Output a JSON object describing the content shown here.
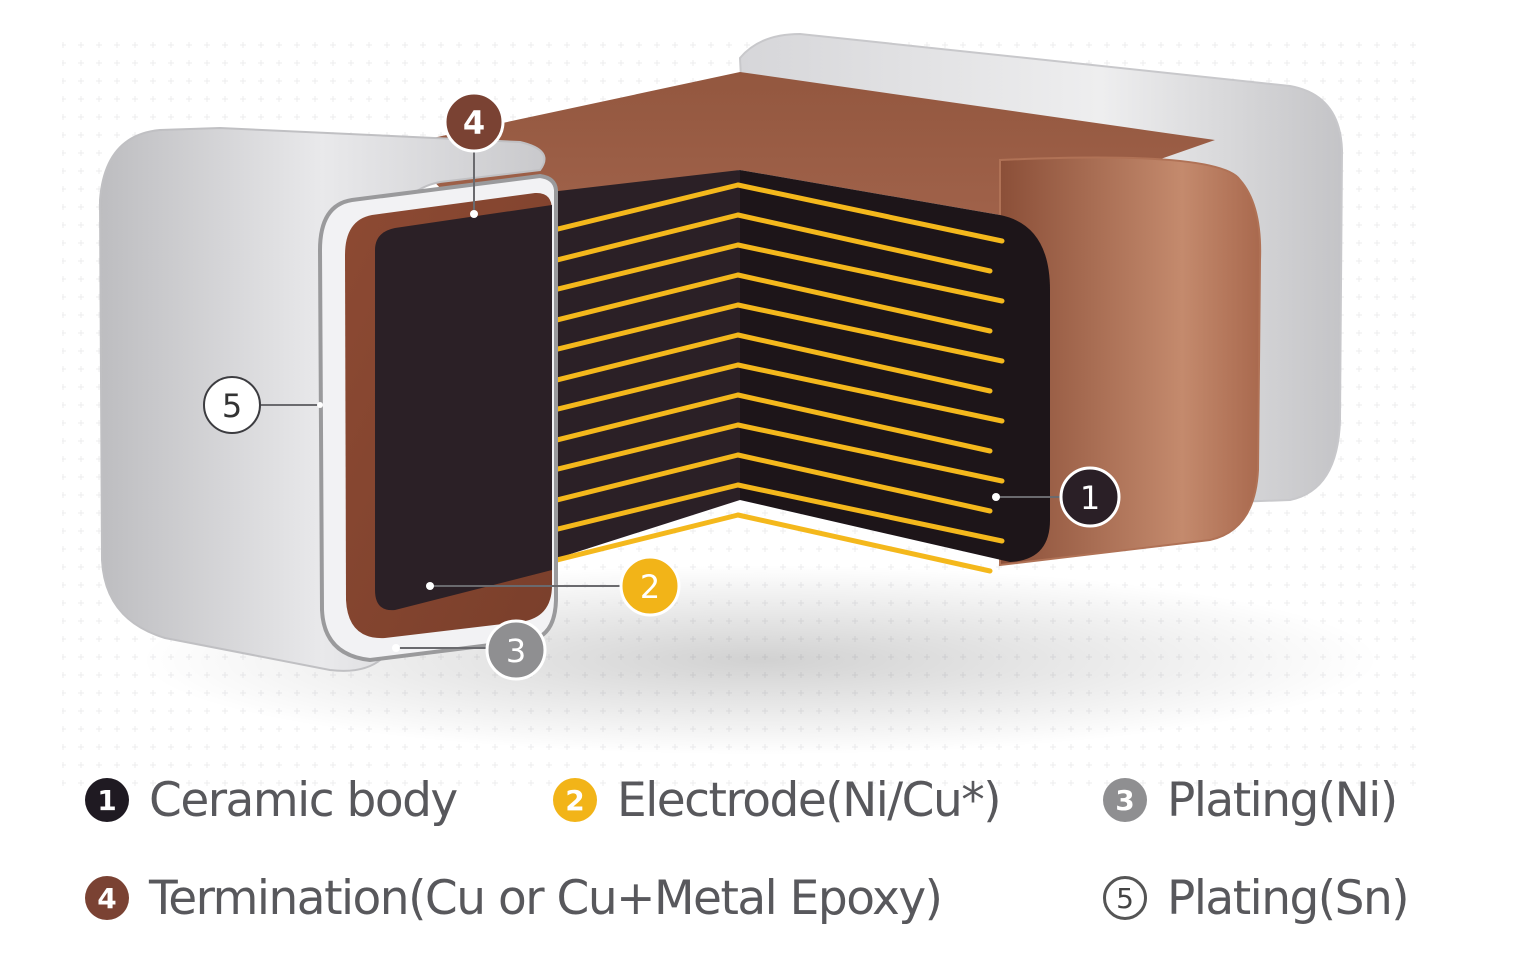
{
  "callouts": {
    "c1": "1",
    "c2": "2",
    "c3": "3",
    "c4": "4",
    "c5": "5"
  },
  "legend": [
    {
      "number": "1",
      "label": "Ceramic body",
      "color": "#1f1a22"
    },
    {
      "number": "2",
      "label": "Electrode(Ni/Cu*)",
      "color": "#f2b418"
    },
    {
      "number": "3",
      "label": "Plating(Ni)",
      "color": "#8f8f91"
    },
    {
      "number": "4",
      "label": "Termination(Cu or Cu+Metal Epoxy)",
      "color": "#7a4233"
    },
    {
      "number": "5",
      "label": "Plating(Sn)",
      "color": "#ffffff"
    }
  ],
  "colors": {
    "ceramic": "#2a1f26",
    "electrode": "#f4b81c",
    "termination": "#8a4f36",
    "plating_ni": "#9a9a9c",
    "plating_sn": "#d9d9dc"
  }
}
